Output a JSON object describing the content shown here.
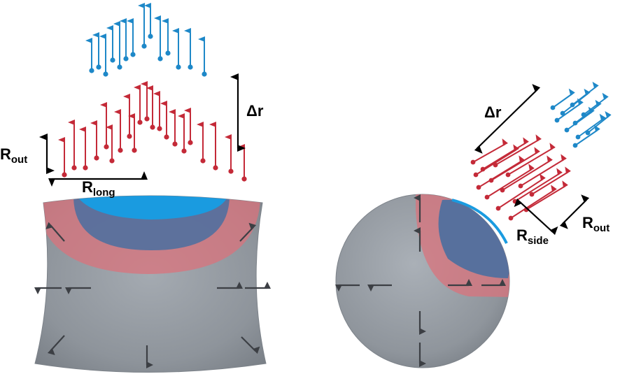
{
  "labels": {
    "delta_r": "Δr",
    "r_out_main": "R",
    "r_out_sub": "out",
    "r_long_main": "R",
    "r_long_sub": "long",
    "r_side_main": "R",
    "r_side_sub": "side"
  },
  "colors": {
    "blue_arrow": "#1e88c8",
    "red_arrow": "#c42a38",
    "gray_body": "#8f959c",
    "gray_arrow": "#3c3f44",
    "red_zone": "#d9737c",
    "blue_zone": "#4a6fa0",
    "blue_cap": "#1a9be0"
  }
}
